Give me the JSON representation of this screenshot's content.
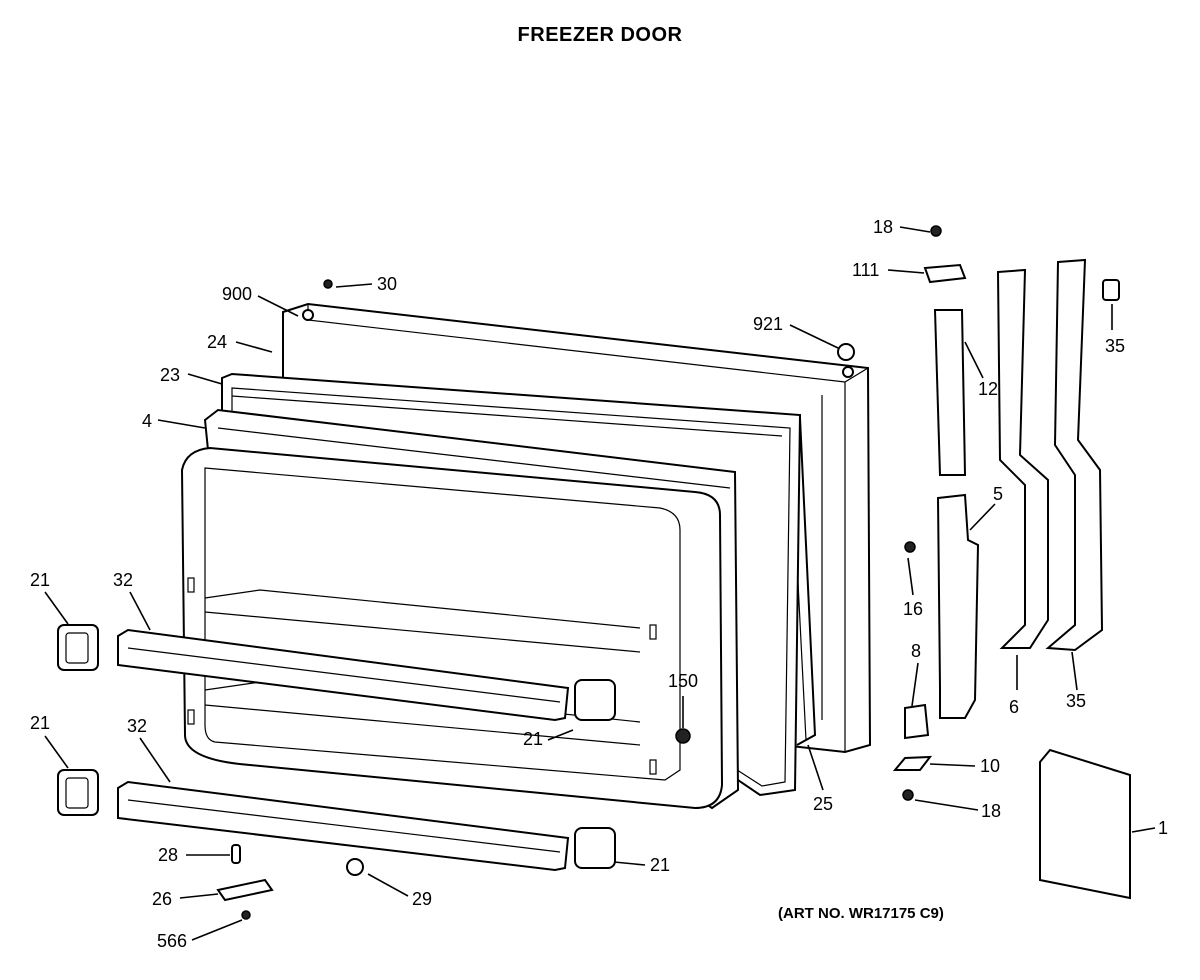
{
  "title": "FREEZER DOOR",
  "art_number": "(ART NO. WR17175 C9)",
  "callouts": [
    "18",
    "111",
    "35",
    "30",
    "900",
    "921",
    "24",
    "12",
    "23",
    "4",
    "5",
    "21",
    "32",
    "16",
    "8",
    "150",
    "6",
    "35",
    "21",
    "21",
    "32",
    "10",
    "25",
    "18",
    "1",
    "28",
    "21",
    "26",
    "29",
    "566"
  ]
}
